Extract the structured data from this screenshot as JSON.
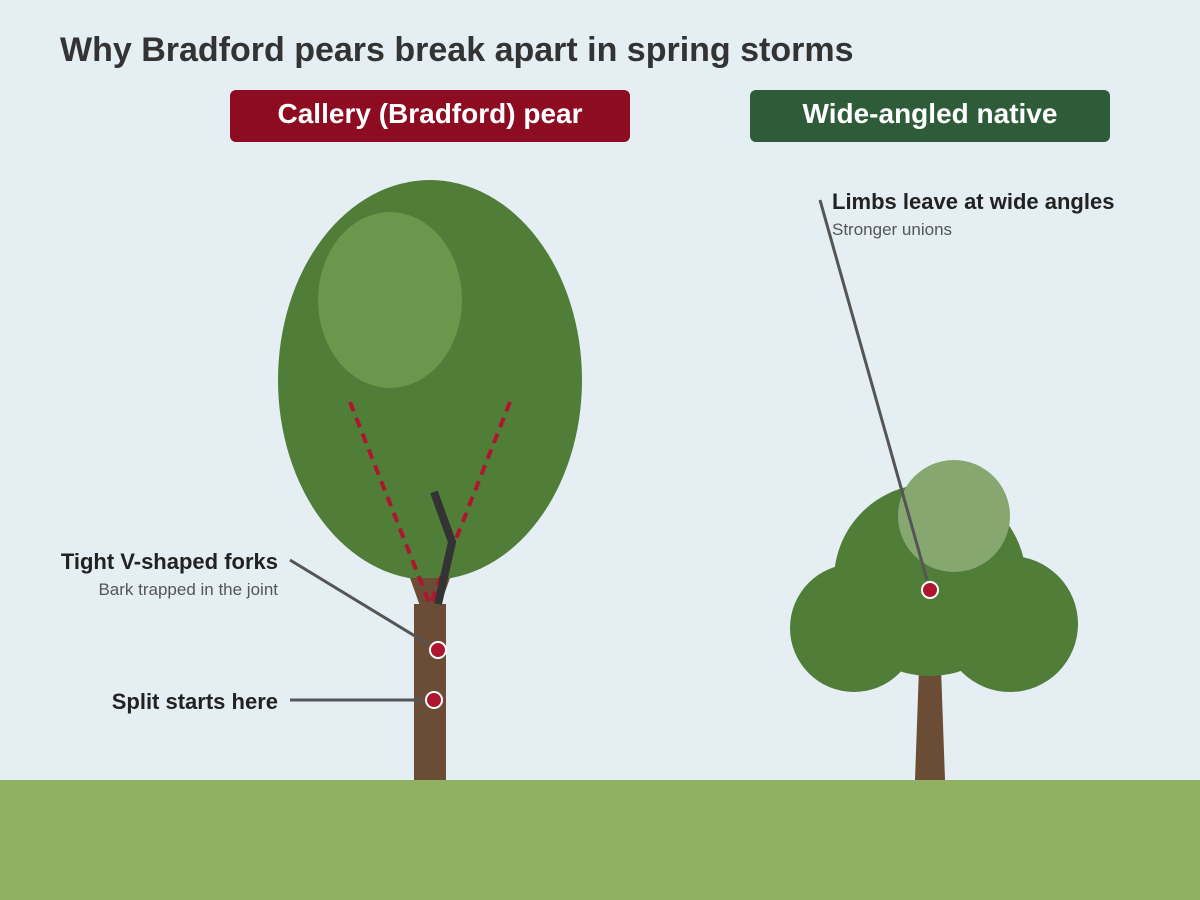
{
  "title": "Why Bradford pears break apart in spring storms",
  "labels": {
    "left_tree": "Callery (Bradford) pear",
    "right_tree": "Wide-angled native"
  },
  "callouts": {
    "v_forks": {
      "heading": "Tight V-shaped forks",
      "sub": "Bark trapped in the joint"
    },
    "split": {
      "heading": "Split starts here"
    },
    "wide_angles": {
      "heading": "Limbs leave at wide angles",
      "sub": "Stronger unions"
    }
  },
  "colors": {
    "background": "#e5eef2",
    "ground": "#8fb161",
    "canopy": "#507d38",
    "canopy_highlight": "#6a974b",
    "canopy_highlight_light": "#86a870",
    "trunk": "#6b4c35",
    "crack": "#333333",
    "warning_red": "#b0152f",
    "pill_red": "#8d0c21",
    "pill_green": "#2e5c39",
    "leader_line": "#555555"
  }
}
